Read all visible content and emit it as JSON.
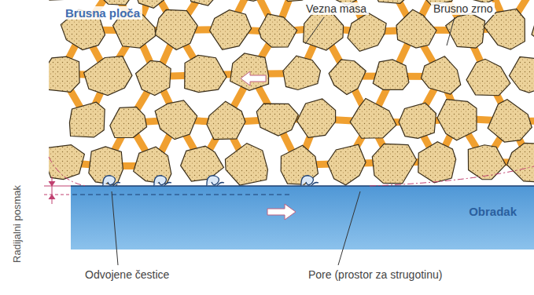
{
  "diagram": {
    "nodes": [
      {
        "text": [
          "Obradak"
        ]
      }
    ],
    "labels": [
      "Brusna ploča",
      "Vezna masa",
      "Brusno zrno",
      "Radijalni posmak",
      "Odvojene čestice",
      "Pore (prostor za strugotinu)"
    ]
  }
}
